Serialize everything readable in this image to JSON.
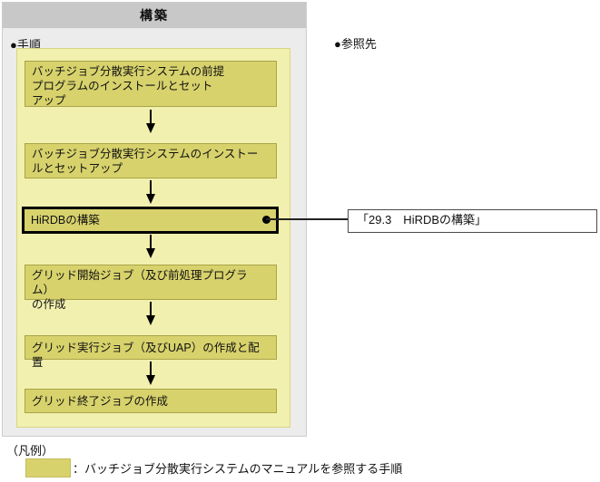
{
  "panel": {
    "title": "構築"
  },
  "labels": {
    "procedure": "●手順",
    "reference": "●参照先",
    "legend_title": "（凡例）"
  },
  "flow": {
    "steps": [
      {
        "label": "バッチジョブ分散実行システムの前提\nプログラムのインストールとセット\nアップ",
        "highlighted": false
      },
      {
        "label": "バッチジョブ分散実行システムのインストー\nルとセットアップ",
        "highlighted": false
      },
      {
        "label": "HiRDBの構築",
        "highlighted": true
      },
      {
        "label": "グリッド開始ジョブ（及び前処理プログラム）\nの作成",
        "highlighted": false
      },
      {
        "label": "グリッド実行ジョブ（及びUAP）の作成と配置",
        "highlighted": false
      },
      {
        "label": "グリッド終了ジョブの作成",
        "highlighted": false
      }
    ]
  },
  "reference_box": {
    "text": "「29.3　HiRDBの構築」"
  },
  "legend": {
    "swatch_meaning": "：バッチジョブ分散実行システムのマニュアルを参照する手順"
  },
  "colors": {
    "header_fill": "#c8c8c8",
    "container_fill": "#ececec",
    "panel_fill": "#f1f0ae",
    "step_fill": "#d7d26c",
    "step_border": "#a9a448",
    "highlight_border": "#000000",
    "reference_box_border": "#4a4a4a"
  }
}
